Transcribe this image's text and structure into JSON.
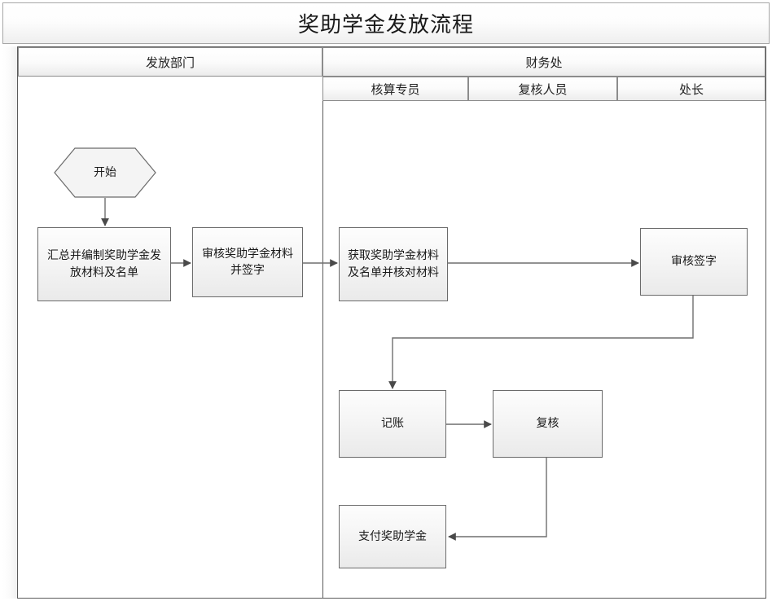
{
  "title": "奖助学金发放流程",
  "lanes": {
    "left": {
      "label": "发放部门"
    },
    "right": {
      "label": "财务处",
      "sublanes": [
        {
          "label": "核算专员"
        },
        {
          "label": "复核人员"
        },
        {
          "label": "处长"
        }
      ]
    }
  },
  "nodes": {
    "start": {
      "label": "开始",
      "shape": "hexagon",
      "lane": "发放部门"
    },
    "compile": {
      "label": "汇总并编制奖助学金发放材料及名单",
      "shape": "process",
      "lane": "发放部门"
    },
    "review": {
      "label": "审核奖助学金材料并签字",
      "shape": "process",
      "lane": "发放部门"
    },
    "fetch": {
      "label": "获取奖助学金材料及名单并核对材料",
      "shape": "process",
      "lane": "核算专员"
    },
    "sign": {
      "label": "审核签字",
      "shape": "process",
      "lane": "处长"
    },
    "book": {
      "label": "记账",
      "shape": "process",
      "lane": "核算专员"
    },
    "recheck": {
      "label": "复核",
      "shape": "process",
      "lane": "复核人员"
    },
    "pay": {
      "label": "支付奖助学金",
      "shape": "process",
      "lane": "核算专员"
    }
  },
  "edges": [
    {
      "from": "start",
      "to": "compile"
    },
    {
      "from": "compile",
      "to": "review"
    },
    {
      "from": "review",
      "to": "fetch"
    },
    {
      "from": "fetch",
      "to": "sign"
    },
    {
      "from": "sign",
      "to": "book"
    },
    {
      "from": "book",
      "to": "recheck"
    },
    {
      "from": "recheck",
      "to": "pay"
    }
  ],
  "colors": {
    "node_border": "#6b6b6b",
    "node_fill": "#f2f2f2",
    "frame_border": "#5a5a5a",
    "connector": "#6e6e6e",
    "text": "#1a1a1a"
  }
}
